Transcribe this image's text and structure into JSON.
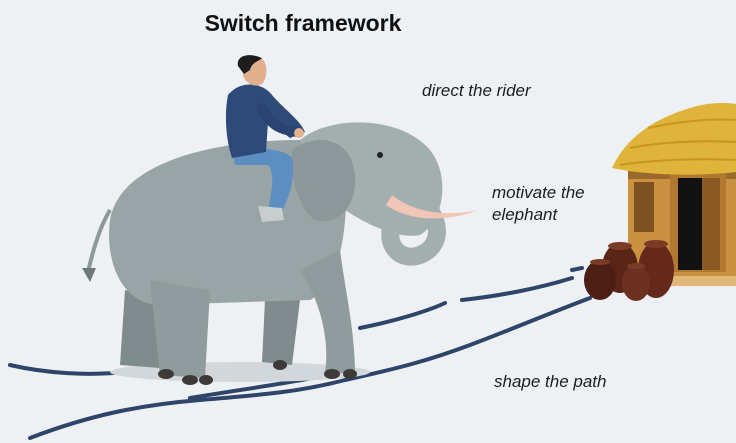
{
  "title": "Switch framework",
  "labels": {
    "rider": "direct the rider",
    "elephant_line1": "motivate the",
    "elephant_line2": "elephant",
    "path": "shape the path"
  },
  "colors": {
    "background": "#eef1f4",
    "elephant": "#98a4a5",
    "path": "#2f4469",
    "thatch": "#e0b43a",
    "hut_wall": "#c99141",
    "pots": "#5a2516",
    "jacket": "#2e4a78",
    "jeans": "#5d8ec2"
  }
}
